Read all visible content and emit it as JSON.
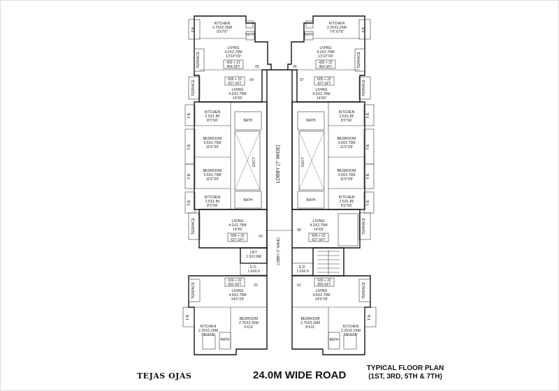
{
  "footer": {
    "brand": "TEJAS OJAS",
    "road": "24.0M WIDE ROAD",
    "plan_title_line1": "TYPICAL FLOOR PLAN",
    "plan_title_line2": "(1ST, 3RD, 5TH & 7TH)"
  },
  "lobby": {
    "main": "LOBBY (7' WIDE)",
    "lower": "LOBBY (7' WIDE)",
    "lift_name": "LIFT",
    "lift_size": "1.6X1.6M",
    "ed_left": "E.D.",
    "ed_left_size": "1.6X0.9",
    "ed_right": "E.D.",
    "ed_right_size": "1.5X0.9"
  },
  "duct": "DUCT",
  "fb": "F.B.",
  "terrace": "TERRACE",
  "bath": "BATH",
  "rooms": {
    "k_tl": {
      "name": "KITCHEN",
      "size": "2.75X2.25M",
      "imp": "9'X7'6\""
    },
    "k_tr": {
      "name": "KITCHEN",
      "size": "2.25X2.25M",
      "imp": "7'6\"X7'6\""
    },
    "liv_tl": {
      "name": "LIVING",
      "size": "4.2X2.75M",
      "imp": "13'10\"X9'",
      "area1": "432 + 22",
      "area2": "454  SFT",
      "flat": "05"
    },
    "liv_tr": {
      "name": "LIVING",
      "size": "4.2X2.75M",
      "imp": "13'10\"X9'",
      "area1": "432 + 22",
      "area2": "454  SFT",
      "flat": "06"
    },
    "liv_ml": {
      "name": "LIVING",
      "size": "4.2X2.75M",
      "imp": "14'X9'",
      "area1": "605 + 22",
      "area2": "627  SFT",
      "flat": "04"
    },
    "liv_mr": {
      "name": "LIVING",
      "size": "4.2X2.75M",
      "imp": "14'X9'",
      "area1": "605 + 22",
      "area2": "627  SFT",
      "flat": "07"
    },
    "k_ml1": {
      "name": "KITCHEN",
      "size": "2.5X1.85",
      "imp": "8'3\"X6'"
    },
    "k_mr1": {
      "name": "KITCHEN",
      "size": "2.5X1.85",
      "imp": "8'3\"X6'"
    },
    "bed_ml1": {
      "name": "BEDROOM",
      "size": "3.5X2.75M",
      "imp": "11'6\"X9'"
    },
    "bed_mr1": {
      "name": "BEDROOM",
      "size": "3.5X2.75M",
      "imp": "11'6\"X9'"
    },
    "bed_ml2": {
      "name": "BEDROOM",
      "size": "3.5X2.75M",
      "imp": "11'6\"X9'"
    },
    "bed_mr2": {
      "name": "BEDROOM",
      "size": "3.5X2.75M",
      "imp": "11'6\"X9'"
    },
    "k_ml2": {
      "name": "KITCHEN",
      "size": "2.5X1.85",
      "imp": "8'3\"X6'"
    },
    "k_mr2": {
      "name": "KITCHEN",
      "size": "2.5X1.85",
      "imp": "8'3\"X6'"
    },
    "liv_ll": {
      "name": "LIVING",
      "size": "4.2X2.75M",
      "imp": "14'X9'",
      "area1": "605 + 22",
      "area2": "627  SFT",
      "flat": "03"
    },
    "liv_lr": {
      "name": "LIVING",
      "size": "4.2X2.75M",
      "imp": "14'X9'",
      "area1": "605 + 22",
      "area2": "627  SFT",
      "flat": "08"
    },
    "liv_bl": {
      "name": "LIVING",
      "size": "4.4X2.75M",
      "imp": "14'5\"X9'",
      "area1": "630 + 22",
      "area2": "652  SFT",
      "flat": "02"
    },
    "liv_br": {
      "name": "LIVING",
      "size": "4.4X2.75M",
      "imp": "14'5\"X9'",
      "area1": "633 + 22",
      "area2": "655  SFT",
      "flat": "01"
    },
    "k_bl": {
      "name": "KITCHEN",
      "size": "2.25X2.25M",
      "imp": "7'6\"X7'6\""
    },
    "k_br": {
      "name": "KITCHEN",
      "size": "2.25X2.25M",
      "imp": "7'6\"X7'6\""
    },
    "bed_bl": {
      "name": "BEDROOM",
      "size": "2.75X3.35M",
      "imp": "9'X11'"
    },
    "bed_br": {
      "name": "BEDROOM",
      "size": "2.75X3.35M",
      "imp": "9'X11'"
    }
  }
}
